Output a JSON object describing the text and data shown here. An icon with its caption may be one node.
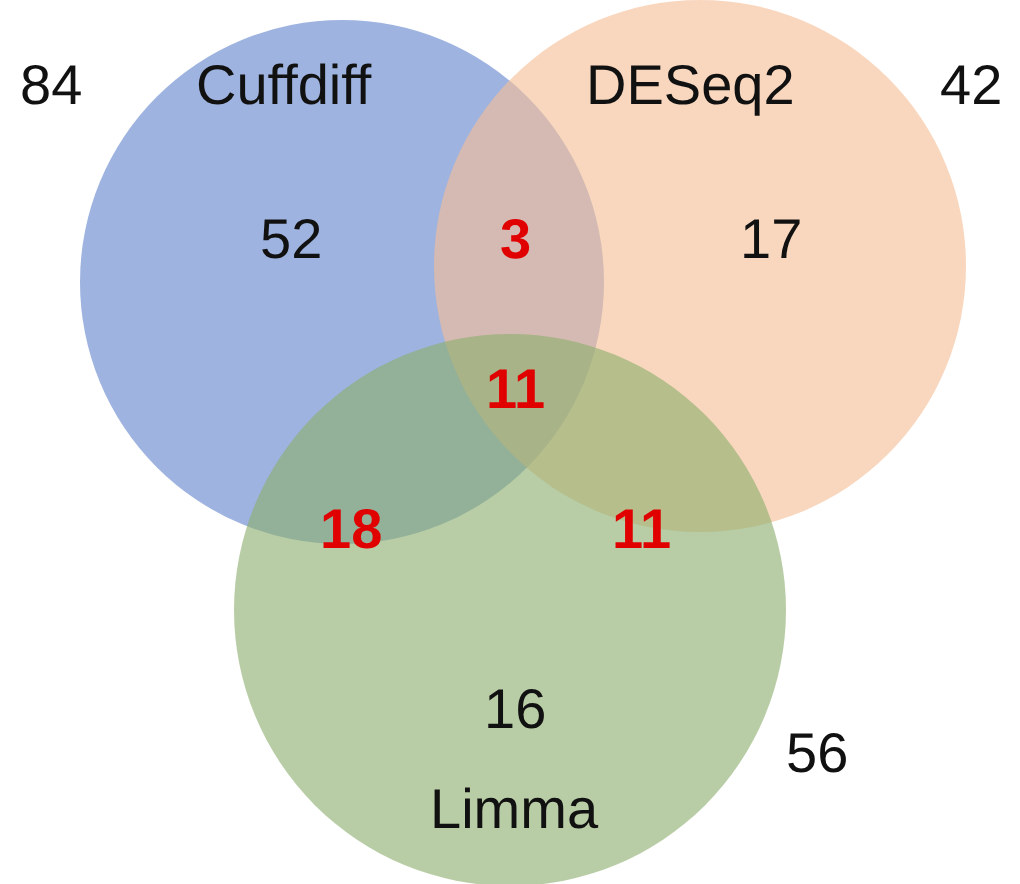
{
  "diagram": {
    "nodes": [
      {
        "text": [
          "Cuffdiff",
          "52"
        ],
        "beside": [
          "84"
        ]
      },
      {
        "text": [
          "DESeq2",
          "17"
        ],
        "beside": [
          "42"
        ]
      },
      {
        "text": [
          "16",
          "Limma"
        ],
        "beside": [
          "56"
        ]
      }
    ],
    "labels": [
      "3",
      "11",
      "18",
      "11"
    ]
  }
}
